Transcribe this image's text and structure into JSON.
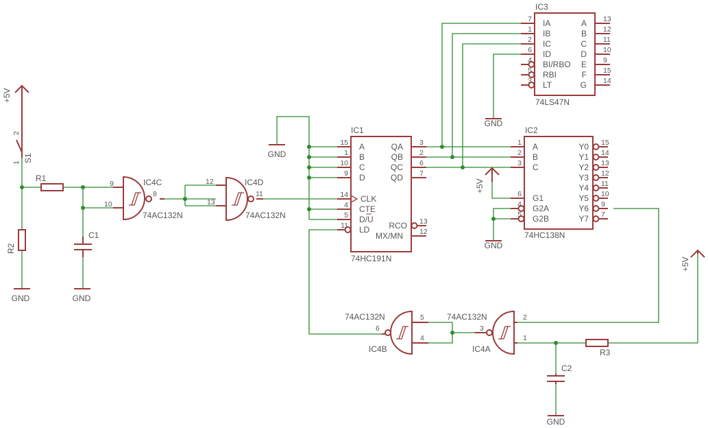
{
  "colors": {
    "wire": "#2e8b2e",
    "part": "#9b3a3a",
    "text": "#555555",
    "background": "#ffffff"
  },
  "power": {
    "vcc": "+5V",
    "gnd": "GND"
  },
  "switch": {
    "name": "S1",
    "pin1": "1",
    "pin2": "2"
  },
  "resistors": {
    "r1": "R1",
    "r2": "R2",
    "r3": "R3"
  },
  "capacitors": {
    "c1": "C1",
    "c2": "C2"
  },
  "ic1": {
    "name": "IC1",
    "value": "74HC191N",
    "pins_left": [
      {
        "num": "15",
        "label": "A"
      },
      {
        "num": "1",
        "label": "B"
      },
      {
        "num": "10",
        "label": "C"
      },
      {
        "num": "9",
        "label": "D"
      },
      {
        "num": "14",
        "label": "CLK"
      },
      {
        "num": "4",
        "label": "CTE"
      },
      {
        "num": "5",
        "label": "D/U"
      },
      {
        "num": "11",
        "label": "LD"
      }
    ],
    "pins_right": [
      {
        "num": "3",
        "label": "QA"
      },
      {
        "num": "2",
        "label": "QB"
      },
      {
        "num": "6",
        "label": "QC"
      },
      {
        "num": "7",
        "label": "QD"
      },
      {
        "num": "13",
        "label": "RCO"
      },
      {
        "num": "12",
        "label": "MX/MN"
      }
    ]
  },
  "ic2": {
    "name": "IC2",
    "value": "74HC138N",
    "pins_left": [
      {
        "num": "1",
        "label": "A"
      },
      {
        "num": "2",
        "label": "B"
      },
      {
        "num": "3",
        "label": "C"
      },
      {
        "num": "6",
        "label": "G1"
      },
      {
        "num": "4",
        "label": "G2A"
      },
      {
        "num": "5",
        "label": "G2B"
      }
    ],
    "pins_right": [
      {
        "num": "15",
        "label": "Y0"
      },
      {
        "num": "14",
        "label": "Y1"
      },
      {
        "num": "13",
        "label": "Y2"
      },
      {
        "num": "12",
        "label": "Y3"
      },
      {
        "num": "11",
        "label": "Y4"
      },
      {
        "num": "10",
        "label": "Y5"
      },
      {
        "num": "9",
        "label": "Y6"
      },
      {
        "num": "7",
        "label": "Y7"
      }
    ]
  },
  "ic3": {
    "name": "IC3",
    "value": "74LS47N",
    "pins_left": [
      {
        "num": "7",
        "label": "IA"
      },
      {
        "num": "1",
        "label": "IB"
      },
      {
        "num": "2",
        "label": "IC"
      },
      {
        "num": "6",
        "label": "ID"
      },
      {
        "num": "4",
        "label": "BI/RBO"
      },
      {
        "num": "5",
        "label": "RBI"
      },
      {
        "num": "3",
        "label": "LT"
      }
    ],
    "pins_right": [
      {
        "num": "13",
        "label": "A"
      },
      {
        "num": "12",
        "label": "B"
      },
      {
        "num": "11",
        "label": "C"
      },
      {
        "num": "10",
        "label": "D"
      },
      {
        "num": "9",
        "label": "E"
      },
      {
        "num": "15",
        "label": "F"
      },
      {
        "num": "14",
        "label": "G"
      }
    ]
  },
  "gates": {
    "ic4c": {
      "name": "IC4C",
      "value": "74AC132N",
      "in1": "9",
      "in2": "10",
      "out": "8"
    },
    "ic4d": {
      "name": "IC4D",
      "value": "74AC132N",
      "in1": "12",
      "in2": "13",
      "out": "11"
    },
    "ic4b": {
      "name": "IC4B",
      "value": "74AC132N",
      "in1": "5",
      "in2": "4",
      "out": "6"
    },
    "ic4a": {
      "name": "IC4A",
      "value": "74AC132N",
      "in1": "2",
      "in2": "1",
      "out": "3"
    }
  }
}
